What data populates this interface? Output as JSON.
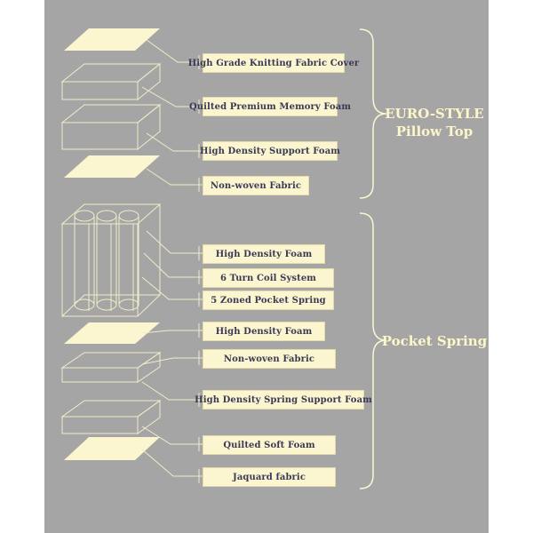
{
  "colors": {
    "panel": "#a5a5a5",
    "accent": "#fbf6cf",
    "label_text": "#3a3a55",
    "line": "#f1ecc8"
  },
  "groups": [
    {
      "title_line1": "EURO-STYLE",
      "title_line2": "Pillow Top"
    },
    {
      "title_line1": "Pocket Spring",
      "title_line2": ""
    }
  ],
  "layers": [
    {
      "label": "High Grade Knitting Fabric Cover"
    },
    {
      "label": "Quilted Premium Memory Foam"
    },
    {
      "label": "High Density  Support Foam"
    },
    {
      "label": "Non-woven Fabric"
    },
    {
      "label": "High Density Foam"
    },
    {
      "label": "6 Turn Coil System"
    },
    {
      "label": "5 Zoned Pocket Spring"
    },
    {
      "label": "High Density Foam"
    },
    {
      "label": "Non-woven Fabric"
    },
    {
      "label": "High Density Spring Support Foam"
    },
    {
      "label": "Quilted Soft Foam"
    },
    {
      "label": "Jaquard fabric"
    }
  ]
}
